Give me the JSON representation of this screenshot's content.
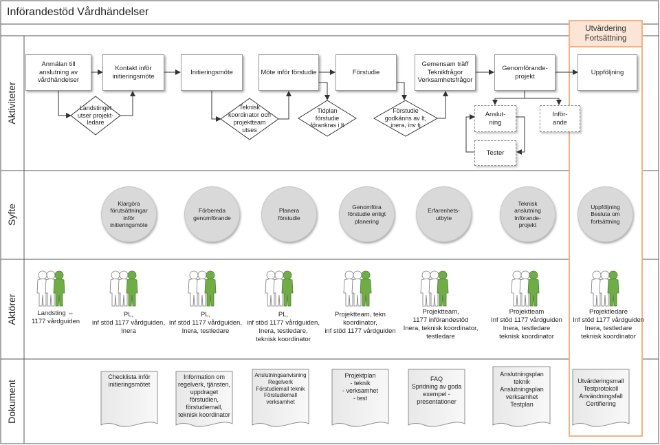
{
  "title": "Införandestöd Vårdhändelser",
  "rows": [
    "Aktiviteter",
    "Syfte",
    "Aktörer",
    "Dokument"
  ],
  "evaluation_header": "Utvärdering\nFortsättning",
  "activities": {
    "top": [
      "Anmälan till\nanslutning av\nvårdhändelser",
      "Kontakt inför\ninitieringsmöte",
      "Initieringsmöte",
      "Möte inför förstudie",
      "Förstudie",
      "Gemensam träff\nTeknikfrågor\nVerksamhetsfrågor",
      "Genomförande-\nprojekt",
      "Uppföljning"
    ],
    "decisions": [
      "Landstinget\nutser projekt-\nledare",
      "Teknisk\nkoordinator och\nprojektteam\nutses",
      "Tidplan\nförstudie\nförankras i lt",
      "Förstudie\ngodkänns av lt,\ninera, inv tj"
    ],
    "sub": [
      "Anslut-\nning",
      "Inför-\nande",
      "Tester"
    ]
  },
  "purposes": [
    "Klargöra\nförutsättningar\ninför\ninitieringsmöte",
    "Förbereda\ngenomförande",
    "Planera\nförstudie",
    "Genomföra\nförstudie enligt\nplanering",
    "Erfarenhets-\nutbyte",
    "Teknisk\nanslutning\nInförande-\nprojekt",
    "Uppföljning\nBesluta om\nfortsättning"
  ],
  "actors": [
    "Landsting ⇔\n1177 vårdguiden",
    "PL,\ninf stöd 1177 vårdguiden,\nInera",
    "PL,\ninf stöd 1177 vårdguiden,\nInera, testledare",
    "PL,\ninf stöd 1177 vårdguiden,\nInera, testledare,\nteknisk koordinator",
    "Projektteam, tekn\nkoordinator,\ninf stöd 1177 vårdguiden",
    "Projektteam,\n1177 införandestöd\nInera, teknisk koordinator,\ntestledare",
    "Projektteam\nInf stöd 1177 vårdguiden\nInera, testledare\nteknisk koordinator",
    "Projektledare\nInf stöd 1177 vårdguiden\nInera, testledare\nteknisk koordinator"
  ],
  "documents": [
    "Checklista inför\ninitieringsmötet",
    "Information om\nregelverk, tjänsten,\nuppdraget\nförstudien,\nförstudiemall,\nteknisk koordinator",
    "Anslutningsanvisning\nRegelverk\nFörstudiemall teknik\nFörstudiemall\nverksamhet",
    "Projektplan\n- teknik\n- verksamhet\n- test",
    "FAQ\nSpridning av goda\nexempel -\npresentationer",
    "Anslutningsplan\nteknik\nAnslutningsplan\nverksamhet\nTestplan",
    "Utvärderingsmall\nTestprotokoll\nAnvändningsfall\nCertifiering"
  ],
  "colors": {
    "accent_fill": "#fbe5d6",
    "accent_border": "#f4b183",
    "actor_green": "#70ad47",
    "circle": "#d9d9d9",
    "line": "#595959"
  }
}
